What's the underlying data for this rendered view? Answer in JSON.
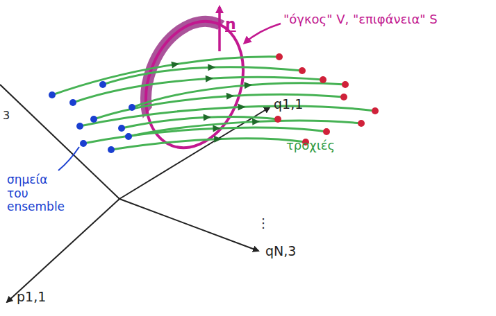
{
  "diagram": {
    "labels": [
      "n",
      "\"όγκος\" V, \"επιφάνεια\" S",
      "3",
      "q1,1",
      "τροχιές",
      "σημεία του ensemble",
      "⋮",
      "qN,3",
      "p1,1"
    ]
  }
}
